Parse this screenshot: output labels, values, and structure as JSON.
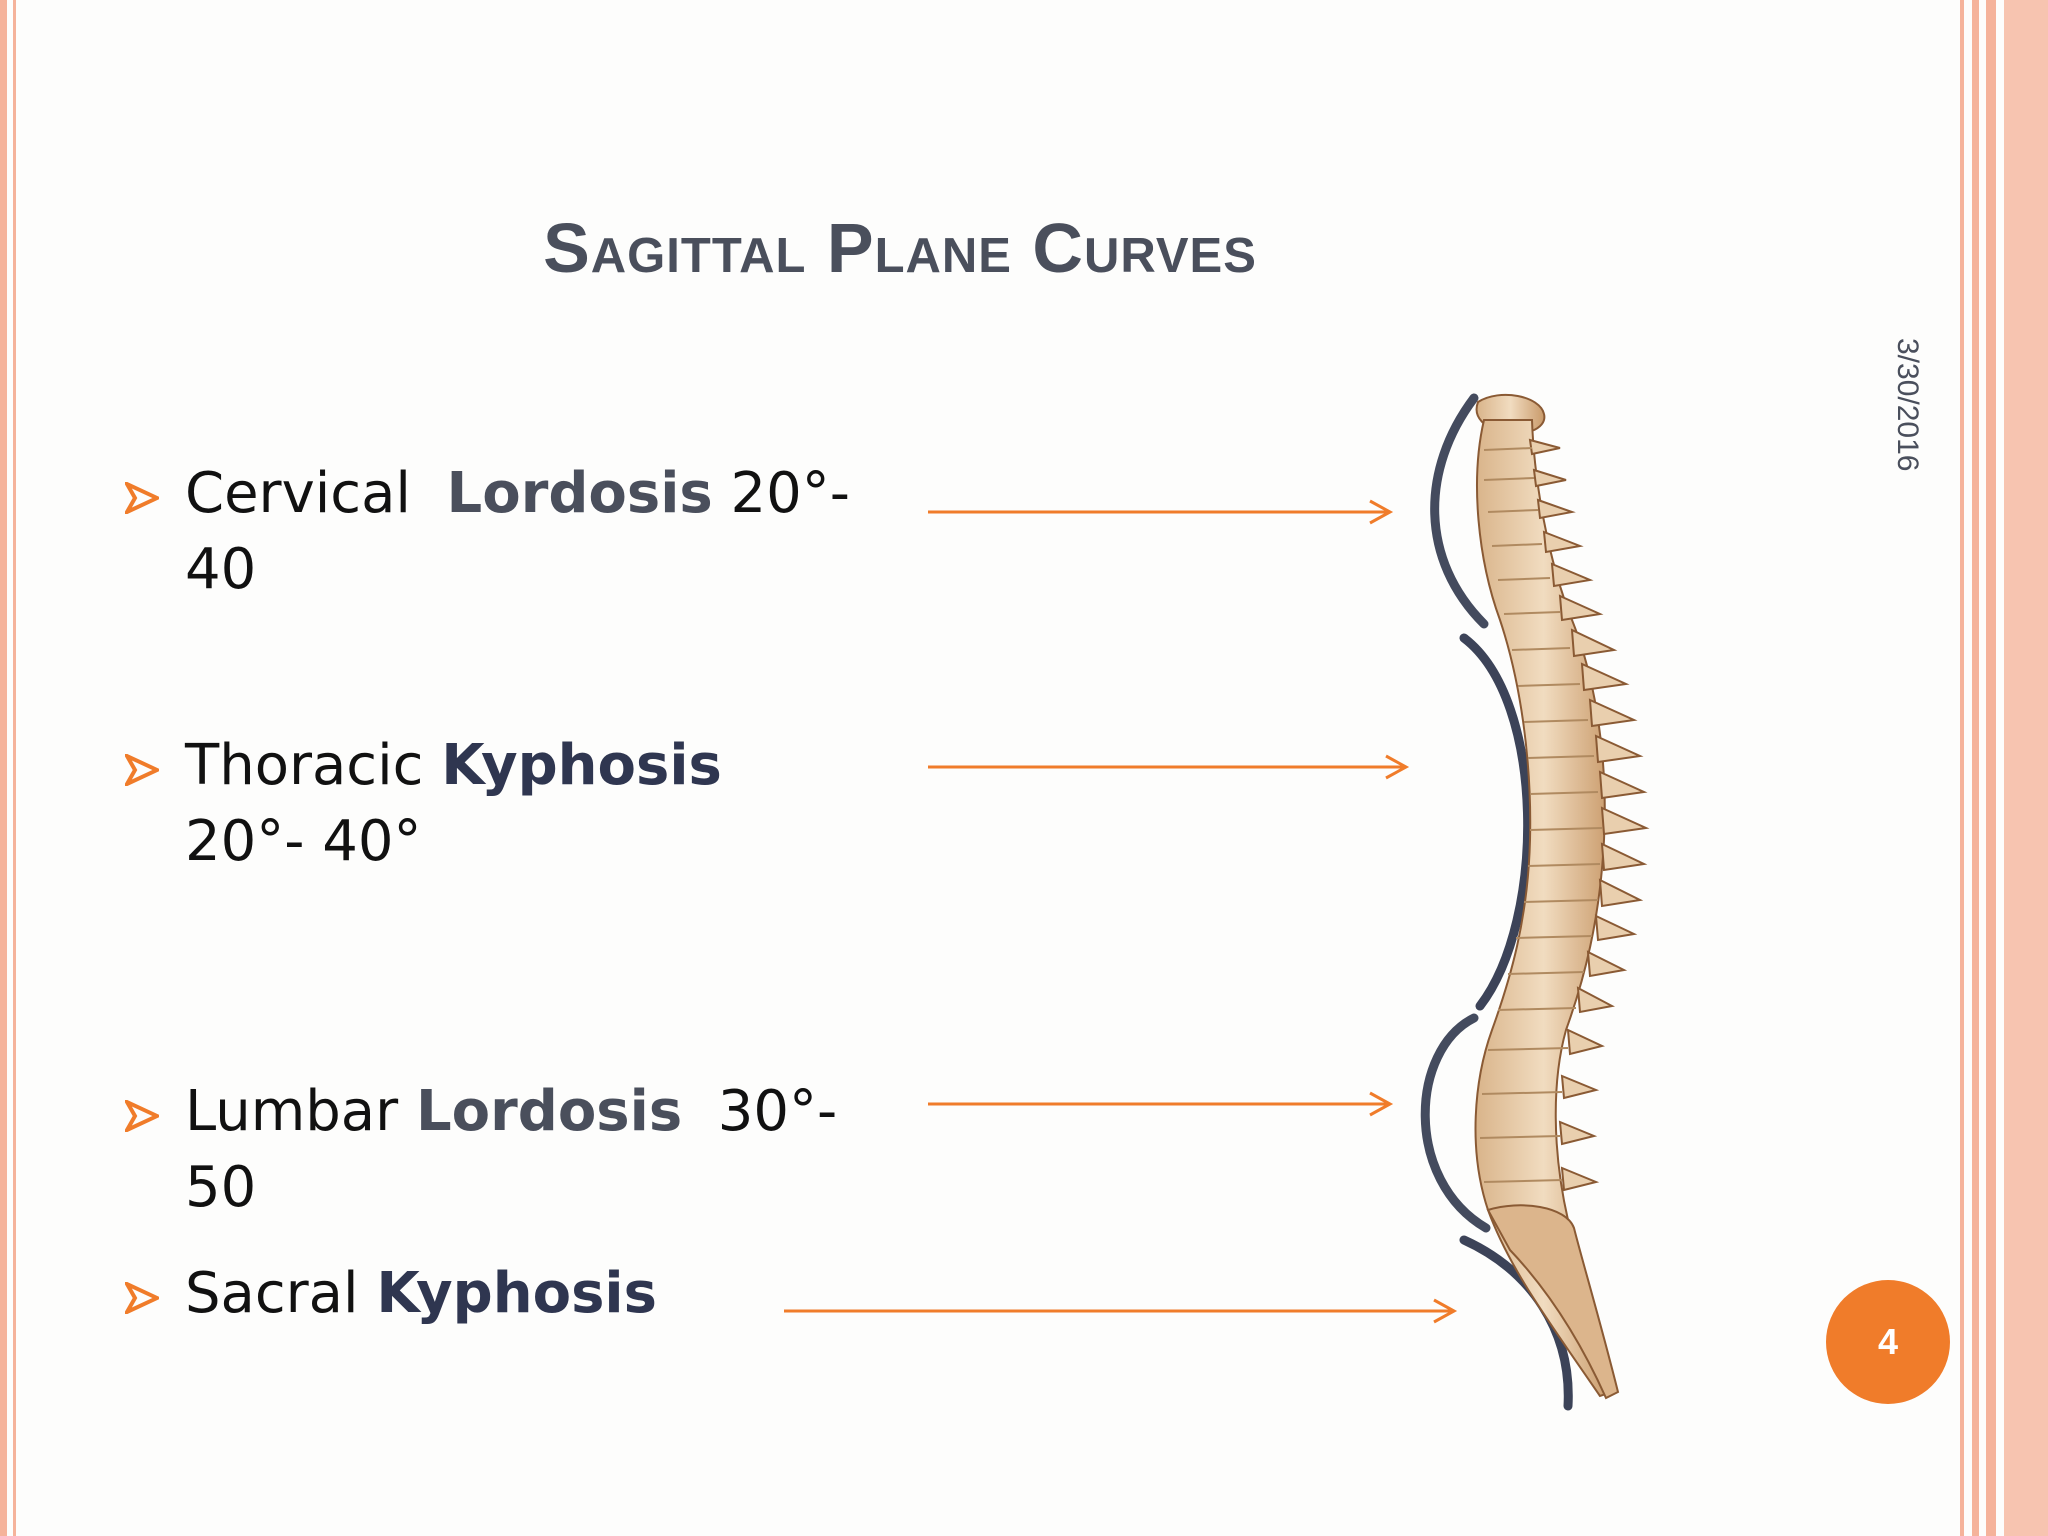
{
  "slide": {
    "title": "Sagittal Plane Curves",
    "date": "3/30/2016",
    "page_number": "4",
    "colors": {
      "accent_orange": "#f07c2a",
      "title_gray": "#4a4f5c",
      "border_salmon": "#f5b39b",
      "bracket_navy": "#3c4358"
    }
  },
  "bullets": [
    {
      "prefix": "Cervical  ",
      "term": "Lordosis",
      "suffix": " 20°- 40"
    },
    {
      "prefix": "Thoracic ",
      "term": "Kyphosis",
      "suffix": "  20°- 40°"
    },
    {
      "prefix": "Lumbar ",
      "term": "Lordosis",
      "suffix": "  30°- 50"
    },
    {
      "prefix": "Sacral ",
      "term": "Kyphosis",
      "suffix": ""
    }
  ],
  "icons": {
    "bullet_marker": "arrowhead-bullet-icon",
    "figure": "spine-illustration"
  }
}
